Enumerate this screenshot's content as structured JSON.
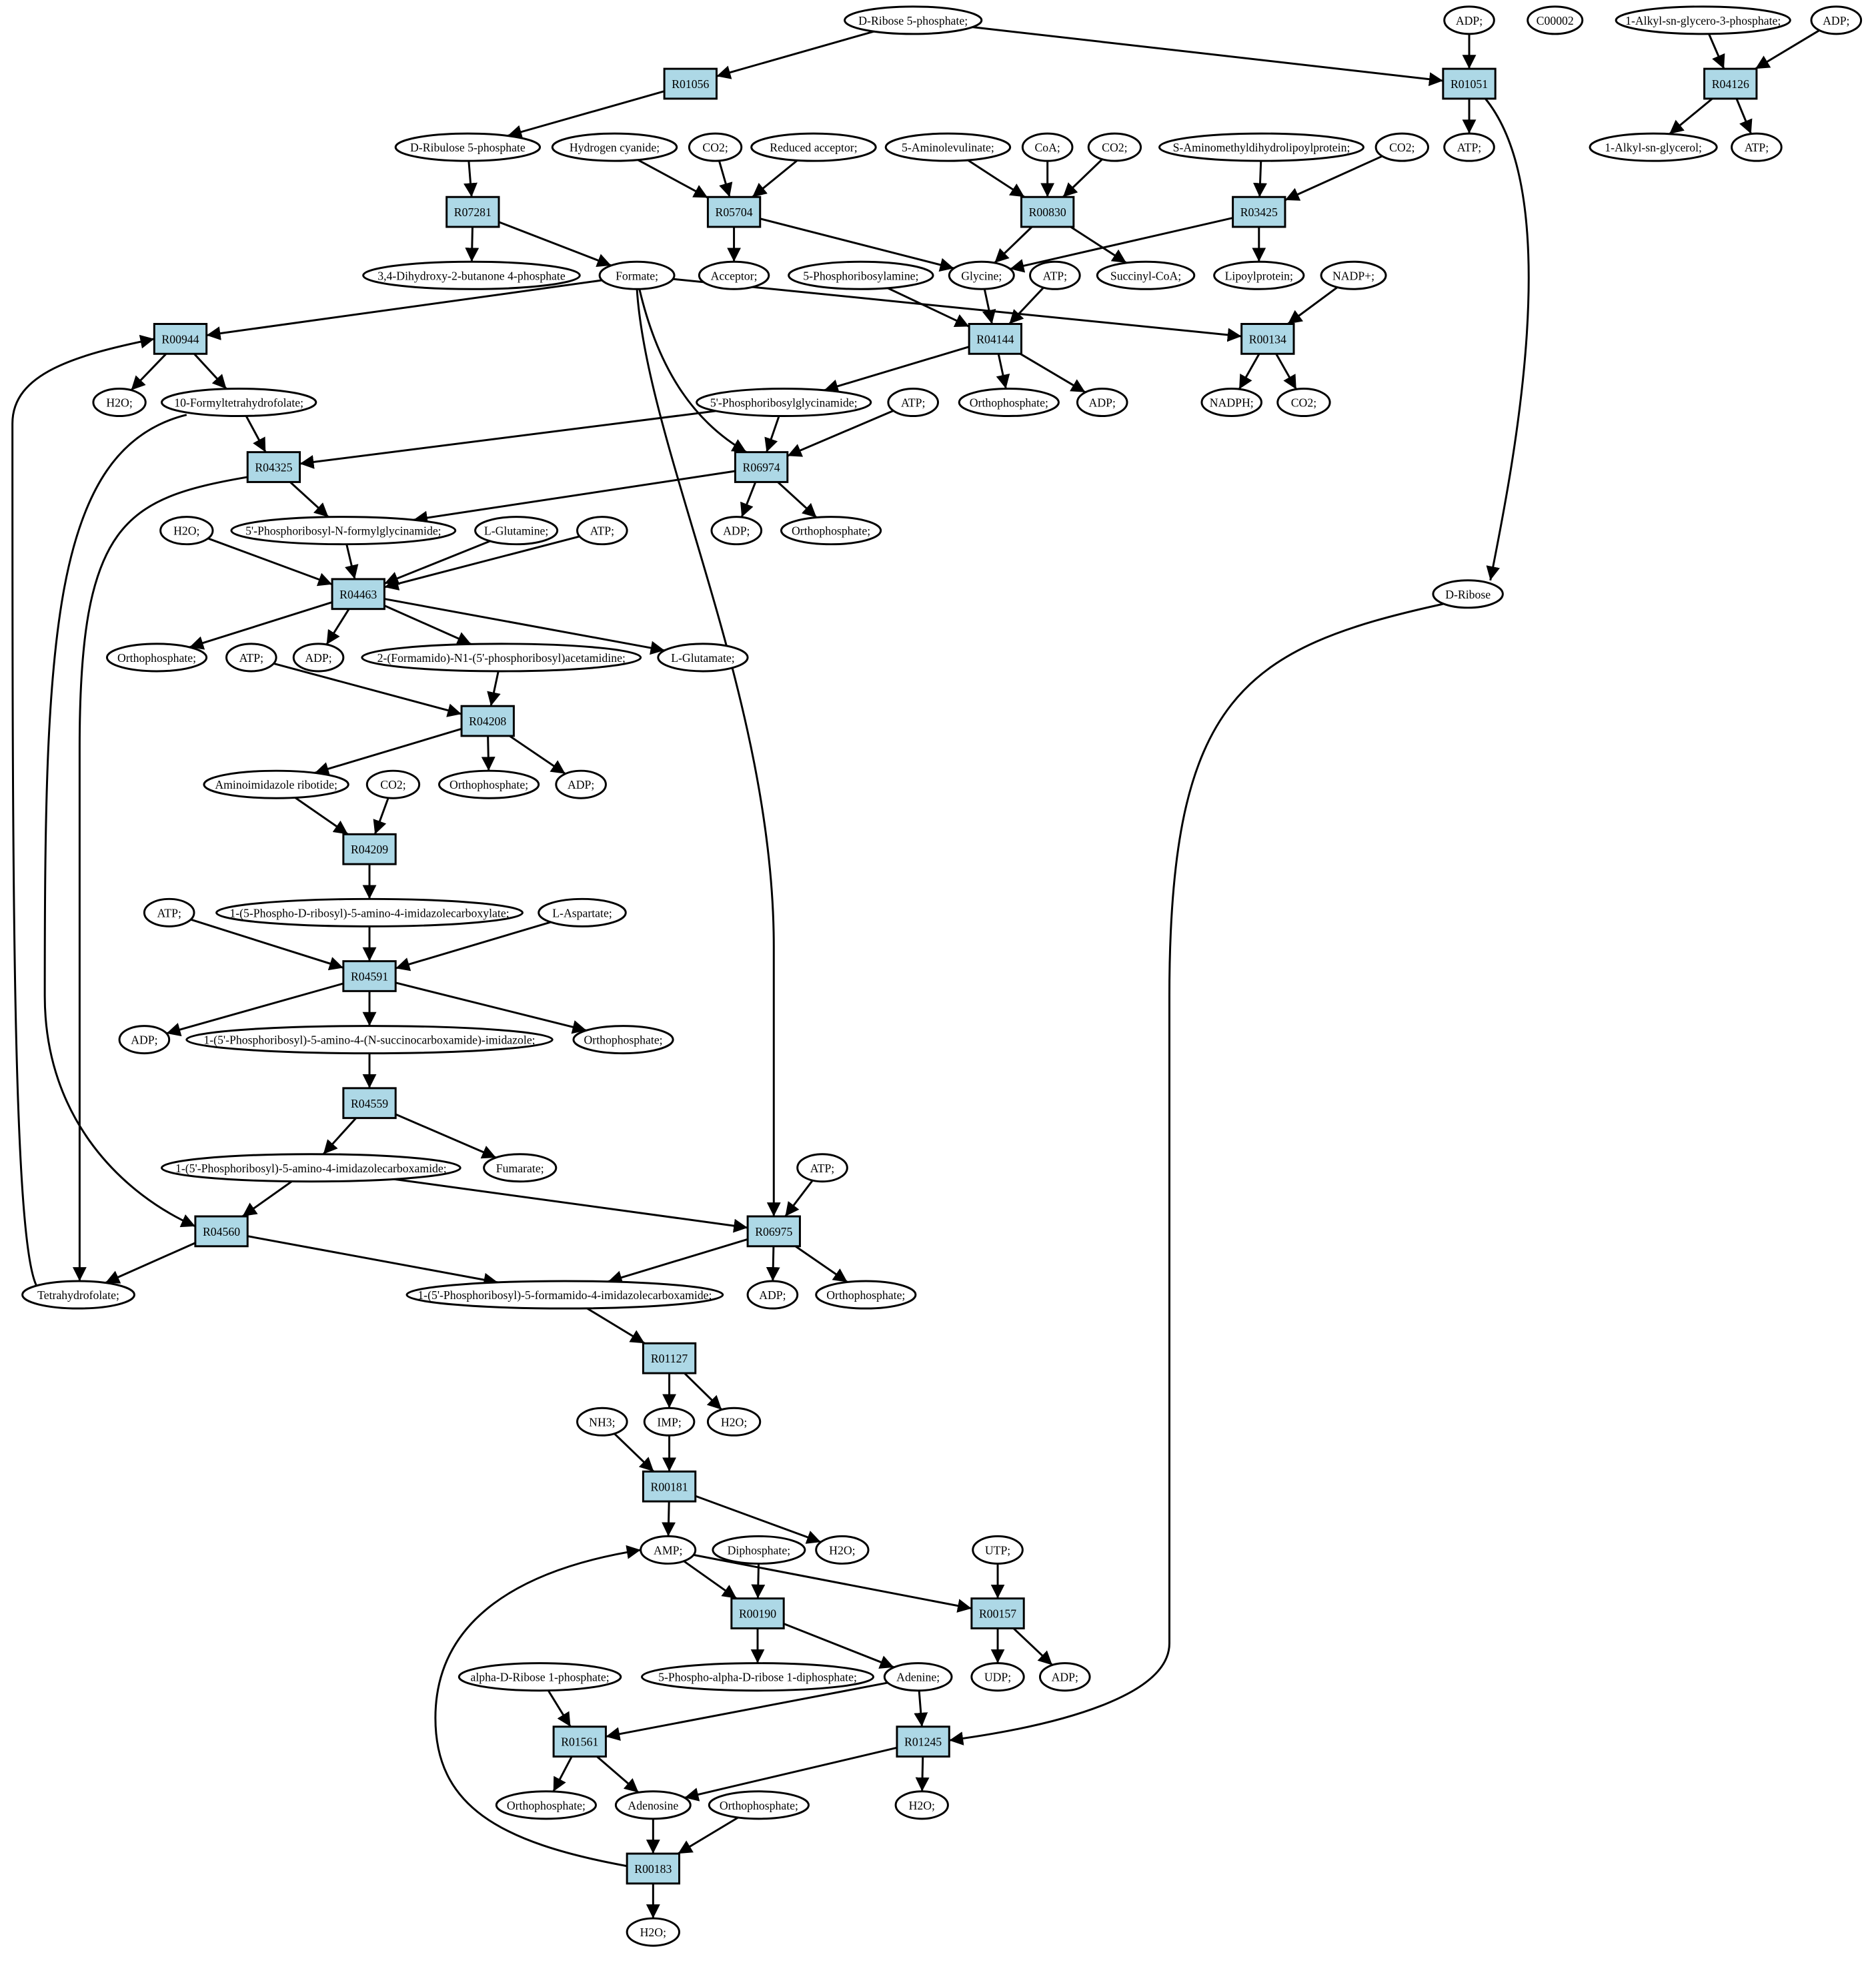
{
  "colors": {
    "reaction_fill": "#add8e6",
    "start_fill": "#00ee00",
    "orphan_fill": "#ffff00",
    "compound_fill": "#ffffff",
    "stroke": "#000000"
  },
  "nodes": [
    {
      "id": "c_rib5p",
      "kind": "compound",
      "label": "D-Ribose 5-phosphate;",
      "fill": "#00ee00"
    },
    {
      "id": "c_adp_a",
      "kind": "compound",
      "label": "ADP;"
    },
    {
      "id": "c_c00002",
      "kind": "compound",
      "label": "C00002",
      "fill": "#ffff00"
    },
    {
      "id": "c_alkylg3p",
      "kind": "compound",
      "label": "1-Alkyl-sn-glycero-3-phosphate;"
    },
    {
      "id": "c_adp_b",
      "kind": "compound",
      "label": "ADP;"
    },
    {
      "id": "r_R01056",
      "kind": "reaction",
      "label": "R01056"
    },
    {
      "id": "r_R01051",
      "kind": "reaction",
      "label": "R01051"
    },
    {
      "id": "r_R04126",
      "kind": "reaction",
      "label": "R04126"
    },
    {
      "id": "c_ru5p",
      "kind": "compound",
      "label": "D-Ribulose 5-phosphate"
    },
    {
      "id": "c_hcn",
      "kind": "compound",
      "label": "Hydrogen cyanide;"
    },
    {
      "id": "c_co2_a",
      "kind": "compound",
      "label": "CO2;"
    },
    {
      "id": "c_redacc",
      "kind": "compound",
      "label": "Reduced acceptor;"
    },
    {
      "id": "c_ala",
      "kind": "compound",
      "label": "5-Aminolevulinate;"
    },
    {
      "id": "c_coa",
      "kind": "compound",
      "label": "CoA;"
    },
    {
      "id": "c_co2_b",
      "kind": "compound",
      "label": "CO2;"
    },
    {
      "id": "c_samdlp",
      "kind": "compound",
      "label": "S-Aminomethyldihydrolipoylprotein;"
    },
    {
      "id": "c_co2_c",
      "kind": "compound",
      "label": "CO2;"
    },
    {
      "id": "c_atp_a",
      "kind": "compound",
      "label": "ATP;"
    },
    {
      "id": "c_alkylg",
      "kind": "compound",
      "label": "1-Alkyl-sn-glycerol;"
    },
    {
      "id": "c_atp_b",
      "kind": "compound",
      "label": "ATP;"
    },
    {
      "id": "r_R07281",
      "kind": "reaction",
      "label": "R07281"
    },
    {
      "id": "r_R05704",
      "kind": "reaction",
      "label": "R05704"
    },
    {
      "id": "r_R00830",
      "kind": "reaction",
      "label": "R00830"
    },
    {
      "id": "r_R03425",
      "kind": "reaction",
      "label": "R03425"
    },
    {
      "id": "c_dhbp",
      "kind": "compound",
      "label": "3,4-Dihydroxy-2-butanone 4-phosphate"
    },
    {
      "id": "c_formate",
      "kind": "compound",
      "label": "Formate;"
    },
    {
      "id": "c_acceptor",
      "kind": "compound",
      "label": "Acceptor;"
    },
    {
      "id": "c_pra",
      "kind": "compound",
      "label": "5-Phosphoribosylamine;"
    },
    {
      "id": "c_glycine",
      "kind": "compound",
      "label": "Glycine;"
    },
    {
      "id": "c_atp_c",
      "kind": "compound",
      "label": "ATP;"
    },
    {
      "id": "c_succoa",
      "kind": "compound",
      "label": "Succinyl-CoA;"
    },
    {
      "id": "c_lipoyl",
      "kind": "compound",
      "label": "Lipoylprotein;"
    },
    {
      "id": "c_nadp",
      "kind": "compound",
      "label": "NADP+;"
    },
    {
      "id": "r_R00944",
      "kind": "reaction",
      "label": "R00944"
    },
    {
      "id": "r_R04144",
      "kind": "reaction",
      "label": "R04144"
    },
    {
      "id": "r_R00134",
      "kind": "reaction",
      "label": "R00134"
    },
    {
      "id": "c_h2o_a",
      "kind": "compound",
      "label": "H2O;"
    },
    {
      "id": "c_fthf",
      "kind": "compound",
      "label": "10-Formyltetrahydrofolate;"
    },
    {
      "id": "c_gar",
      "kind": "compound",
      "label": "5'-Phosphoribosylglycinamide;"
    },
    {
      "id": "c_atp_d",
      "kind": "compound",
      "label": "ATP;"
    },
    {
      "id": "c_pi_a",
      "kind": "compound",
      "label": "Orthophosphate;"
    },
    {
      "id": "c_adp_c",
      "kind": "compound",
      "label": "ADP;"
    },
    {
      "id": "c_nadph",
      "kind": "compound",
      "label": "NADPH;"
    },
    {
      "id": "c_co2_d",
      "kind": "compound",
      "label": "CO2;"
    },
    {
      "id": "r_R04325",
      "kind": "reaction",
      "label": "R04325"
    },
    {
      "id": "r_R06974",
      "kind": "reaction",
      "label": "R06974"
    },
    {
      "id": "c_adp_d",
      "kind": "compound",
      "label": "ADP;"
    },
    {
      "id": "c_pi_b",
      "kind": "compound",
      "label": "Orthophosphate;"
    },
    {
      "id": "c_h2o_b",
      "kind": "compound",
      "label": "H2O;"
    },
    {
      "id": "c_fgar",
      "kind": "compound",
      "label": "5'-Phosphoribosyl-N-formylglycinamide;"
    },
    {
      "id": "c_gln",
      "kind": "compound",
      "label": "L-Glutamine;"
    },
    {
      "id": "c_atp_e",
      "kind": "compound",
      "label": "ATP;"
    },
    {
      "id": "c_dribose",
      "kind": "compound",
      "label": "D-Ribose"
    },
    {
      "id": "r_R04463",
      "kind": "reaction",
      "label": "R04463"
    },
    {
      "id": "c_pi_c",
      "kind": "compound",
      "label": "Orthophosphate;"
    },
    {
      "id": "c_atp_f",
      "kind": "compound",
      "label": "ATP;"
    },
    {
      "id": "c_adp_e",
      "kind": "compound",
      "label": "ADP;"
    },
    {
      "id": "c_fgam",
      "kind": "compound",
      "label": "2-(Formamido)-N1-(5'-phosphoribosyl)acetamidine;"
    },
    {
      "id": "c_glu",
      "kind": "compound",
      "label": "L-Glutamate;"
    },
    {
      "id": "r_R04208",
      "kind": "reaction",
      "label": "R04208"
    },
    {
      "id": "c_air",
      "kind": "compound",
      "label": "Aminoimidazole ribotide;"
    },
    {
      "id": "c_co2_e",
      "kind": "compound",
      "label": "CO2;"
    },
    {
      "id": "c_pi_d",
      "kind": "compound",
      "label": "Orthophosphate;"
    },
    {
      "id": "c_adp_f",
      "kind": "compound",
      "label": "ADP;"
    },
    {
      "id": "r_R04209",
      "kind": "reaction",
      "label": "R04209"
    },
    {
      "id": "c_atp_g",
      "kind": "compound",
      "label": "ATP;"
    },
    {
      "id": "c_cair",
      "kind": "compound",
      "label": "1-(5-Phospho-D-ribosyl)-5-amino-4-imidazolecarboxylate;"
    },
    {
      "id": "c_asp",
      "kind": "compound",
      "label": "L-Aspartate;"
    },
    {
      "id": "r_R04591",
      "kind": "reaction",
      "label": "R04591"
    },
    {
      "id": "c_adp_g",
      "kind": "compound",
      "label": "ADP;"
    },
    {
      "id": "c_saicar",
      "kind": "compound",
      "label": "1-(5'-Phosphoribosyl)-5-amino-4-(N-succinocarboxamide)-imidazole;"
    },
    {
      "id": "c_pi_e",
      "kind": "compound",
      "label": "Orthophosphate;"
    },
    {
      "id": "r_R04559",
      "kind": "reaction",
      "label": "R04559"
    },
    {
      "id": "c_aicar",
      "kind": "compound",
      "label": "1-(5'-Phosphoribosyl)-5-amino-4-imidazolecarboxamide;"
    },
    {
      "id": "c_fumarate",
      "kind": "compound",
      "label": "Fumarate;"
    },
    {
      "id": "c_atp_h",
      "kind": "compound",
      "label": "ATP;"
    },
    {
      "id": "r_R04560",
      "kind": "reaction",
      "label": "R04560"
    },
    {
      "id": "r_R06975",
      "kind": "reaction",
      "label": "R06975"
    },
    {
      "id": "c_thf",
      "kind": "compound",
      "label": "Tetrahydrofolate;"
    },
    {
      "id": "c_faicar",
      "kind": "compound",
      "label": "1-(5'-Phosphoribosyl)-5-formamido-4-imidazolecarboxamide;"
    },
    {
      "id": "c_adp_h",
      "kind": "compound",
      "label": "ADP;"
    },
    {
      "id": "c_pi_f",
      "kind": "compound",
      "label": "Orthophosphate;"
    },
    {
      "id": "r_R01127",
      "kind": "reaction",
      "label": "R01127"
    },
    {
      "id": "c_nh3",
      "kind": "compound",
      "label": "NH3;"
    },
    {
      "id": "c_imp",
      "kind": "compound",
      "label": "IMP;"
    },
    {
      "id": "c_h2o_c",
      "kind": "compound",
      "label": "H2O;"
    },
    {
      "id": "r_R00181",
      "kind": "reaction",
      "label": "R00181"
    },
    {
      "id": "c_amp",
      "kind": "compound",
      "label": "AMP;"
    },
    {
      "id": "c_ppi",
      "kind": "compound",
      "label": "Diphosphate;"
    },
    {
      "id": "c_h2o_d",
      "kind": "compound",
      "label": "H2O;"
    },
    {
      "id": "c_utp",
      "kind": "compound",
      "label": "UTP;"
    },
    {
      "id": "r_R00190",
      "kind": "reaction",
      "label": "R00190"
    },
    {
      "id": "r_R00157",
      "kind": "reaction",
      "label": "R00157"
    },
    {
      "id": "c_r1p",
      "kind": "compound",
      "label": "alpha-D-Ribose 1-phosphate;"
    },
    {
      "id": "c_prpp",
      "kind": "compound",
      "label": "5-Phospho-alpha-D-ribose 1-diphosphate;"
    },
    {
      "id": "c_adenine",
      "kind": "compound",
      "label": "Adenine;"
    },
    {
      "id": "c_udp",
      "kind": "compound",
      "label": "UDP;"
    },
    {
      "id": "c_adp_i",
      "kind": "compound",
      "label": "ADP;"
    },
    {
      "id": "r_R01561",
      "kind": "reaction",
      "label": "R01561"
    },
    {
      "id": "r_R01245",
      "kind": "reaction",
      "label": "R01245"
    },
    {
      "id": "c_pi_g",
      "kind": "compound",
      "label": "Orthophosphate;"
    },
    {
      "id": "c_adenosine",
      "kind": "compound",
      "label": "Adenosine"
    },
    {
      "id": "c_pi_h",
      "kind": "compound",
      "label": "Orthophosphate;"
    },
    {
      "id": "c_h2o_e",
      "kind": "compound",
      "label": "H2O;"
    },
    {
      "id": "r_R00183",
      "kind": "reaction",
      "label": "R00183"
    },
    {
      "id": "c_h2o_f",
      "kind": "compound",
      "label": "H2O;"
    }
  ],
  "edges": [
    [
      "c_rib5p",
      "r_R01056"
    ],
    [
      "c_rib5p",
      "r_R01051"
    ],
    [
      "c_adp_a",
      "r_R01051"
    ],
    [
      "r_R01051",
      "c_atp_a"
    ],
    [
      "r_R01051",
      "c_dribose"
    ],
    [
      "c_alkylg3p",
      "r_R04126"
    ],
    [
      "c_adp_b",
      "r_R04126"
    ],
    [
      "r_R04126",
      "c_alkylg"
    ],
    [
      "r_R04126",
      "c_atp_b"
    ],
    [
      "r_R01056",
      "c_ru5p"
    ],
    [
      "c_ru5p",
      "r_R07281"
    ],
    [
      "r_R07281",
      "c_dhbp"
    ],
    [
      "r_R07281",
      "c_formate"
    ],
    [
      "c_hcn",
      "r_R05704"
    ],
    [
      "c_co2_a",
      "r_R05704"
    ],
    [
      "c_redacc",
      "r_R05704"
    ],
    [
      "r_R05704",
      "c_acceptor"
    ],
    [
      "r_R05704",
      "c_glycine"
    ],
    [
      "c_ala",
      "r_R00830"
    ],
    [
      "c_coa",
      "r_R00830"
    ],
    [
      "c_co2_b",
      "r_R00830"
    ],
    [
      "r_R00830",
      "c_glycine"
    ],
    [
      "r_R00830",
      "c_succoa"
    ],
    [
      "c_samdlp",
      "r_R03425"
    ],
    [
      "c_co2_c",
      "r_R03425"
    ],
    [
      "r_R03425",
      "c_glycine"
    ],
    [
      "r_R03425",
      "c_lipoyl"
    ],
    [
      "c_formate",
      "r_R00944"
    ],
    [
      "c_formate",
      "r_R00134"
    ],
    [
      "c_formate",
      "r_R06974"
    ],
    [
      "c_formate",
      "r_R06975"
    ],
    [
      "c_nadp",
      "r_R00134"
    ],
    [
      "r_R00134",
      "c_nadph"
    ],
    [
      "r_R00134",
      "c_co2_d"
    ],
    [
      "c_pra",
      "r_R04144"
    ],
    [
      "c_glycine",
      "r_R04144"
    ],
    [
      "c_atp_c",
      "r_R04144"
    ],
    [
      "r_R04144",
      "c_gar"
    ],
    [
      "r_R04144",
      "c_pi_a"
    ],
    [
      "r_R04144",
      "c_adp_c"
    ],
    [
      "r_R00944",
      "c_h2o_a"
    ],
    [
      "r_R00944",
      "c_fthf"
    ],
    [
      "c_fthf",
      "r_R04325"
    ],
    [
      "c_fthf",
      "r_R04560"
    ],
    [
      "c_gar",
      "r_R04325"
    ],
    [
      "c_gar",
      "r_R06974"
    ],
    [
      "c_atp_d",
      "r_R06974"
    ],
    [
      "r_R04325",
      "c_fgar"
    ],
    [
      "r_R04325",
      "c_thf"
    ],
    [
      "r_R06974",
      "c_fgar"
    ],
    [
      "r_R06974",
      "c_adp_d"
    ],
    [
      "r_R06974",
      "c_pi_b"
    ],
    [
      "c_h2o_b",
      "r_R04463"
    ],
    [
      "c_fgar",
      "r_R04463"
    ],
    [
      "c_gln",
      "r_R04463"
    ],
    [
      "c_atp_e",
      "r_R04463"
    ],
    [
      "r_R04463",
      "c_pi_c"
    ],
    [
      "r_R04463",
      "c_adp_e"
    ],
    [
      "r_R04463",
      "c_fgam"
    ],
    [
      "r_R04463",
      "c_glu"
    ],
    [
      "c_atp_f",
      "r_R04208"
    ],
    [
      "c_fgam",
      "r_R04208"
    ],
    [
      "r_R04208",
      "c_air"
    ],
    [
      "r_R04208",
      "c_pi_d"
    ],
    [
      "r_R04208",
      "c_adp_f"
    ],
    [
      "c_air",
      "r_R04209"
    ],
    [
      "c_co2_e",
      "r_R04209"
    ],
    [
      "r_R04209",
      "c_cair"
    ],
    [
      "c_atp_g",
      "r_R04591"
    ],
    [
      "c_cair",
      "r_R04591"
    ],
    [
      "c_asp",
      "r_R04591"
    ],
    [
      "r_R04591",
      "c_adp_g"
    ],
    [
      "r_R04591",
      "c_saicar"
    ],
    [
      "r_R04591",
      "c_pi_e"
    ],
    [
      "c_saicar",
      "r_R04559"
    ],
    [
      "r_R04559",
      "c_aicar"
    ],
    [
      "r_R04559",
      "c_fumarate"
    ],
    [
      "c_aicar",
      "r_R04560"
    ],
    [
      "c_aicar",
      "r_R06975"
    ],
    [
      "c_atp_h",
      "r_R06975"
    ],
    [
      "r_R04560",
      "c_thf"
    ],
    [
      "r_R04560",
      "c_faicar"
    ],
    [
      "r_R06975",
      "c_faicar"
    ],
    [
      "r_R06975",
      "c_adp_h"
    ],
    [
      "r_R06975",
      "c_pi_f"
    ],
    [
      "c_thf",
      "r_R00944"
    ],
    [
      "c_faicar",
      "r_R01127"
    ],
    [
      "r_R01127",
      "c_imp"
    ],
    [
      "r_R01127",
      "c_h2o_c"
    ],
    [
      "c_nh3",
      "r_R00181"
    ],
    [
      "c_imp",
      "r_R00181"
    ],
    [
      "r_R00181",
      "c_amp"
    ],
    [
      "r_R00181",
      "c_h2o_d"
    ],
    [
      "c_amp",
      "r_R00190"
    ],
    [
      "c_ppi",
      "r_R00190"
    ],
    [
      "c_amp",
      "r_R00157"
    ],
    [
      "c_utp",
      "r_R00157"
    ],
    [
      "r_R00190",
      "c_prpp"
    ],
    [
      "r_R00190",
      "c_adenine"
    ],
    [
      "r_R00157",
      "c_udp"
    ],
    [
      "r_R00157",
      "c_adp_i"
    ],
    [
      "c_r1p",
      "r_R01561"
    ],
    [
      "c_adenine",
      "r_R01561"
    ],
    [
      "c_adenine",
      "r_R01245"
    ],
    [
      "c_dribose",
      "r_R01245"
    ],
    [
      "r_R01561",
      "c_pi_g"
    ],
    [
      "r_R01561",
      "c_adenosine"
    ],
    [
      "r_R01245",
      "c_adenosine"
    ],
    [
      "r_R01245",
      "c_h2o_e"
    ],
    [
      "c_adenosine",
      "r_R00183"
    ],
    [
      "c_pi_h",
      "r_R00183"
    ],
    [
      "r_R00183",
      "c_h2o_f"
    ],
    [
      "r_R00183",
      "c_amp"
    ]
  ]
}
